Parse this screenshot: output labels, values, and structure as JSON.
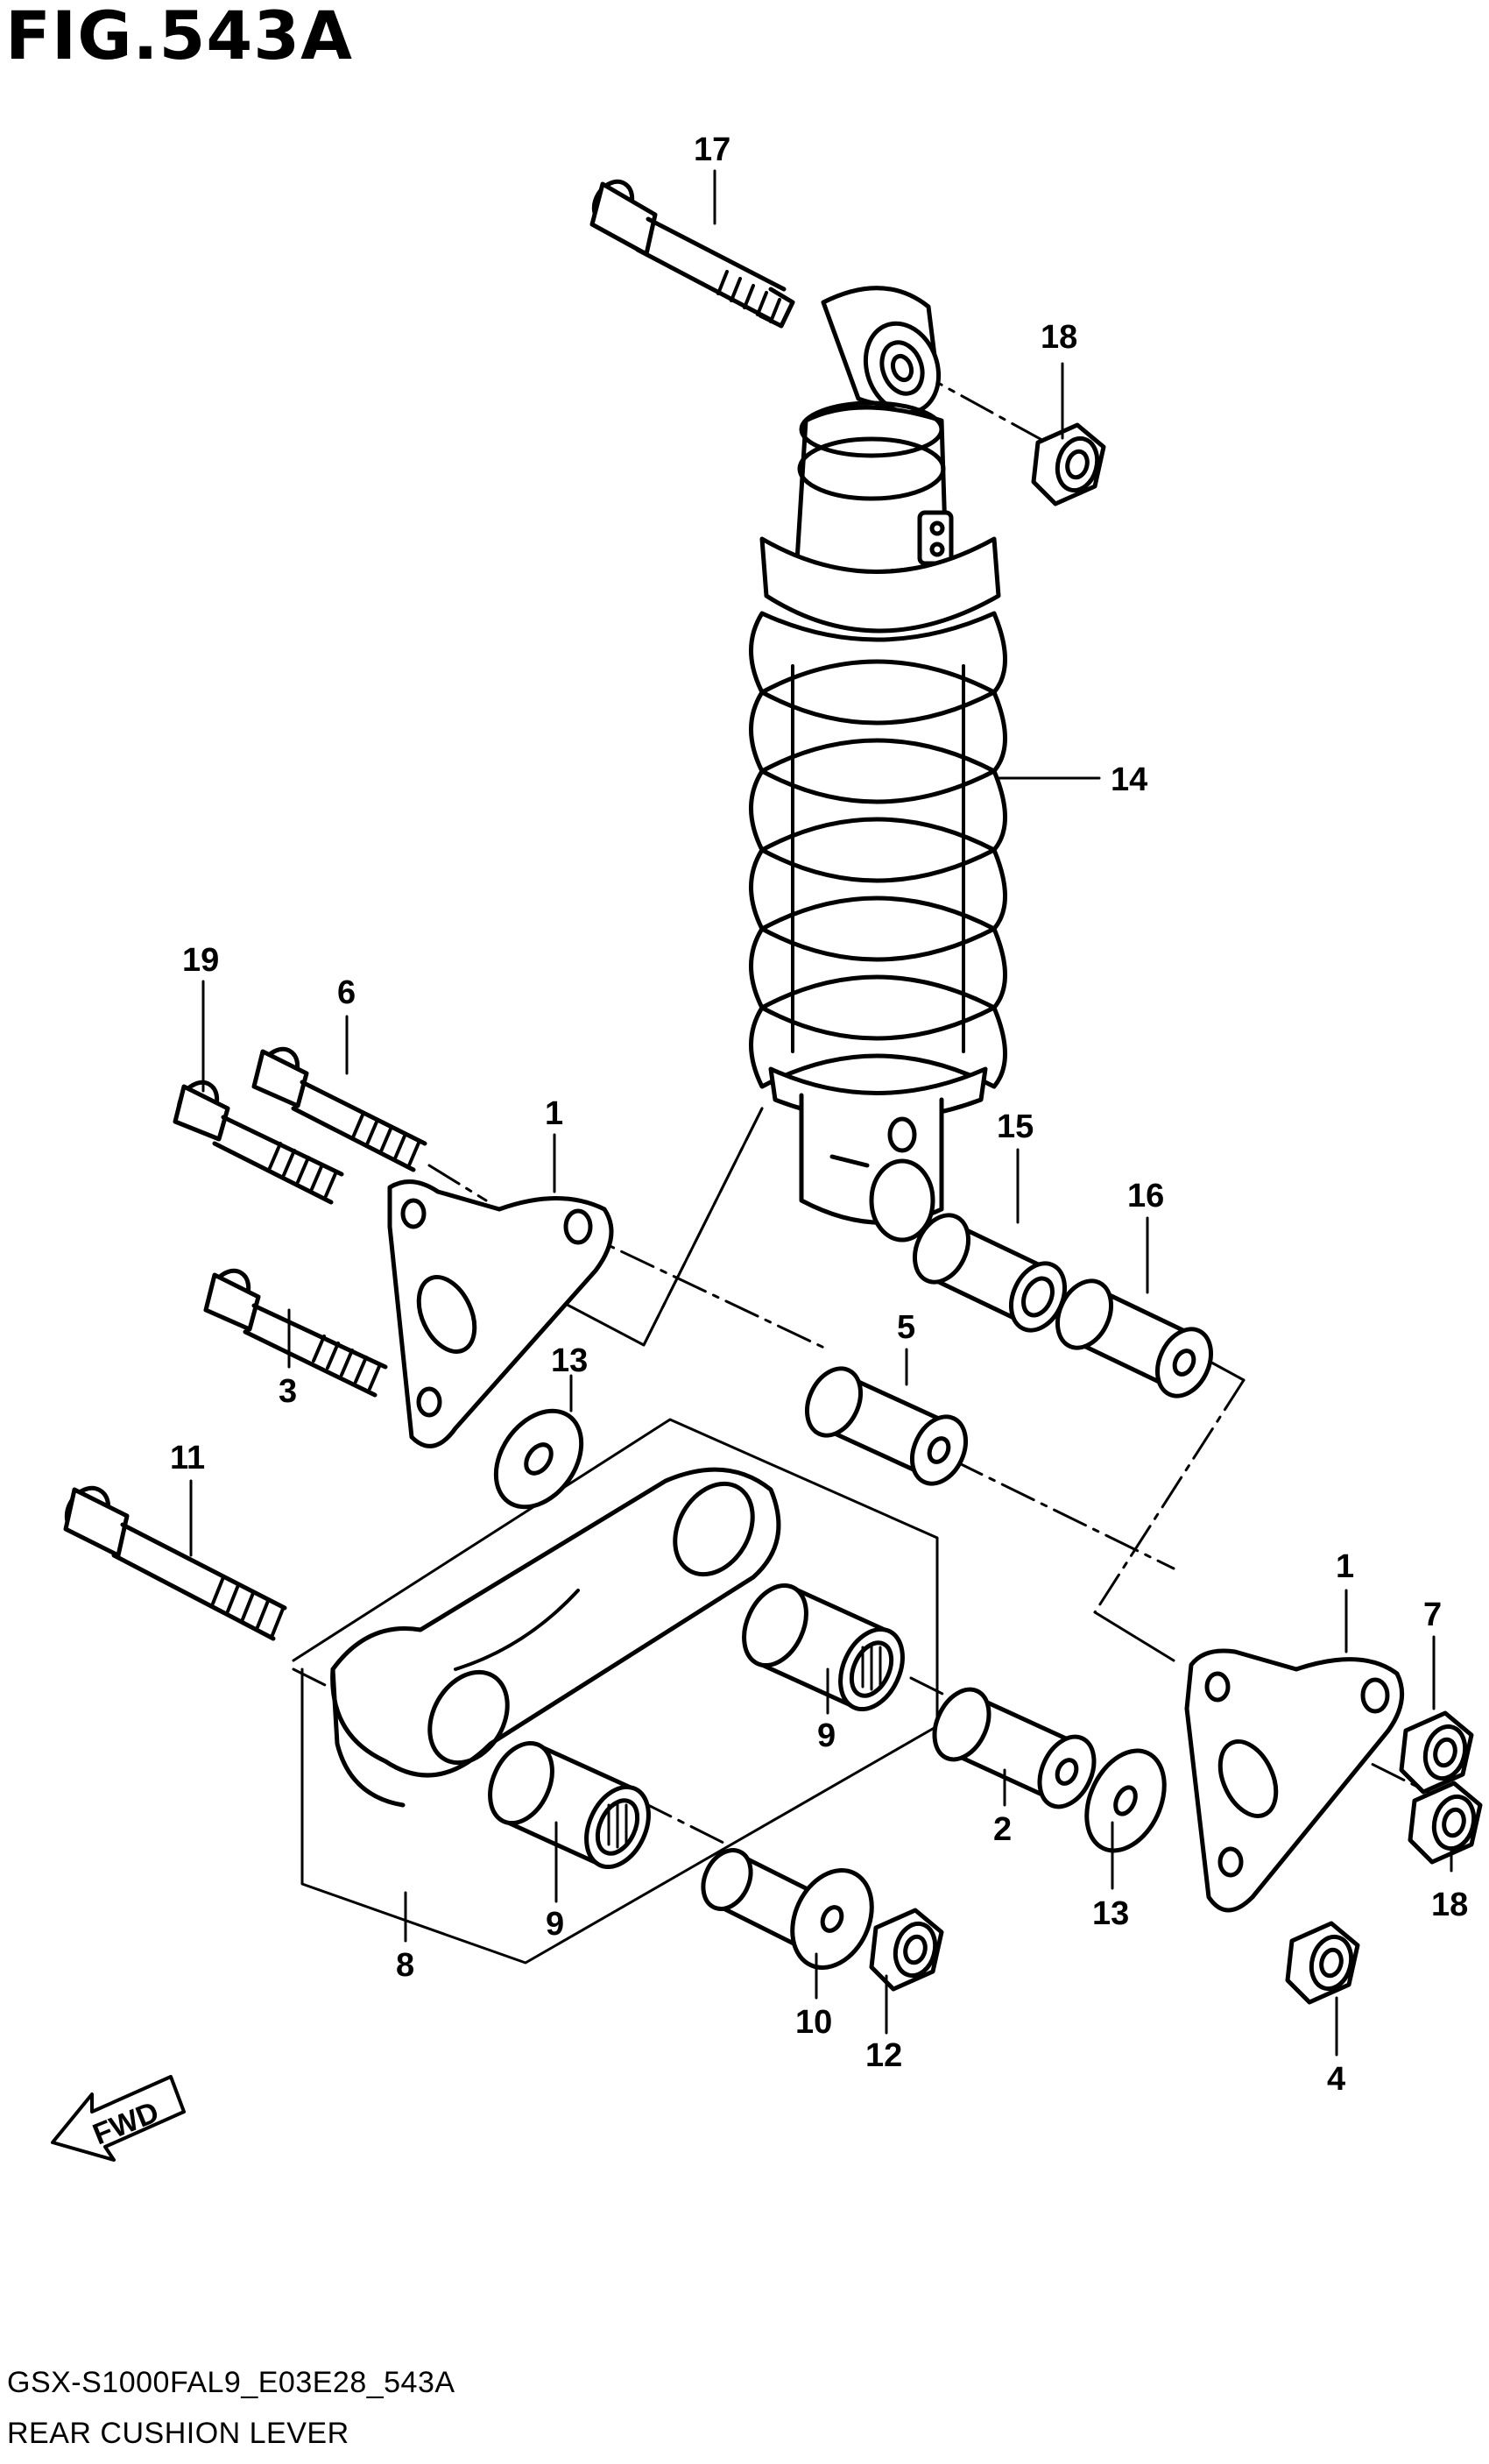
{
  "figure_title": "FIG.543A",
  "model_code": "GSX-S1000FAL9_E03E28_543A",
  "assembly_name": "REAR CUSHION LEVER",
  "direction_label": "FWD",
  "callouts": {
    "p1a": "1",
    "p1b": "1",
    "p2": "2",
    "p3": "3",
    "p4": "4",
    "p5": "5",
    "p6": "6",
    "p7": "7",
    "p8": "8",
    "p9a": "9",
    "p9b": "9",
    "p10": "10",
    "p11": "11",
    "p12": "12",
    "p13a": "13",
    "p13b": "13",
    "p14": "14",
    "p15": "15",
    "p16": "16",
    "p17": "17",
    "p18a": "18",
    "p18b": "18",
    "p19": "19"
  }
}
